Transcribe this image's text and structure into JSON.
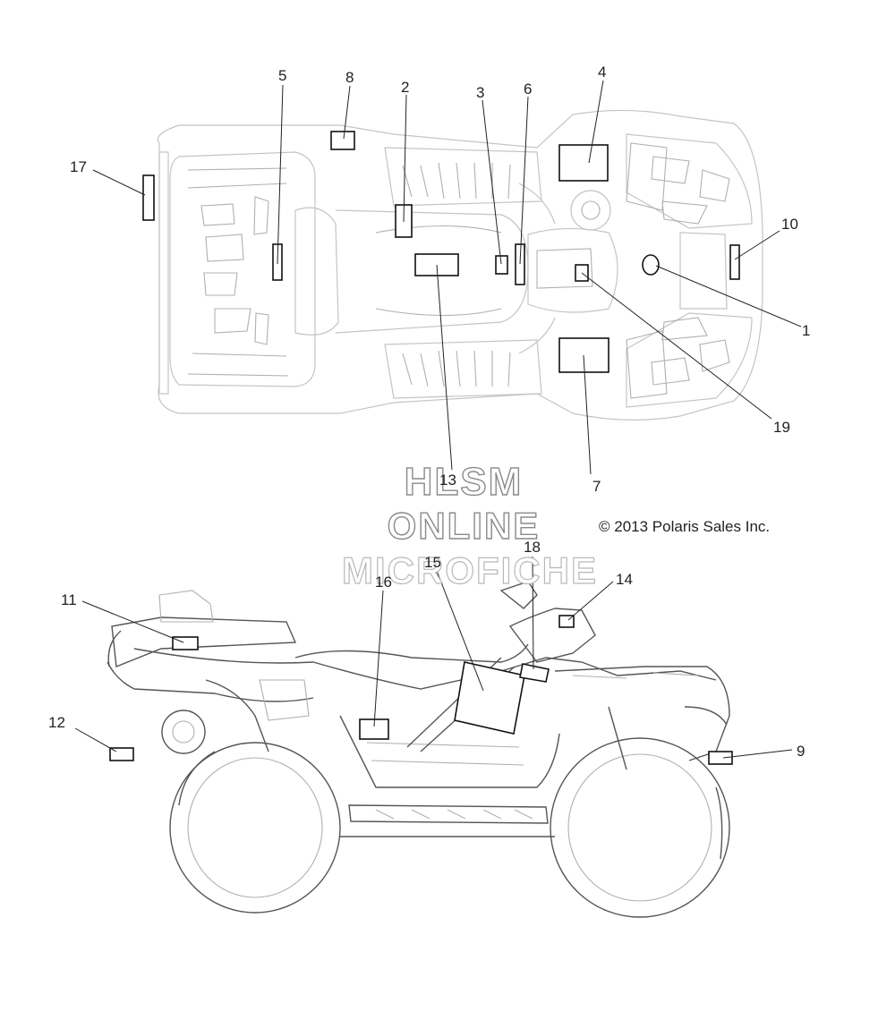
{
  "callouts": {
    "c1": "1",
    "c2": "2",
    "c3": "3",
    "c4": "4",
    "c5": "5",
    "c6": "6",
    "c7": "7",
    "c8": "8",
    "c9": "9",
    "c10": "10",
    "c11": "11",
    "c12": "12",
    "c13": "13",
    "c14": "14",
    "c15": "15",
    "c16": "16",
    "c17": "17",
    "c18": "18",
    "c19": "19"
  },
  "copyright": "© 2013 Polaris Sales Inc.",
  "watermark": {
    "line1": "HLSM",
    "line2": "ONLINE",
    "line3": "MICROFICHE"
  },
  "colors": {
    "outline_faint": "#c4c4c4",
    "outline_dark": "#555555",
    "decal": "#111111",
    "text": "#222222"
  }
}
